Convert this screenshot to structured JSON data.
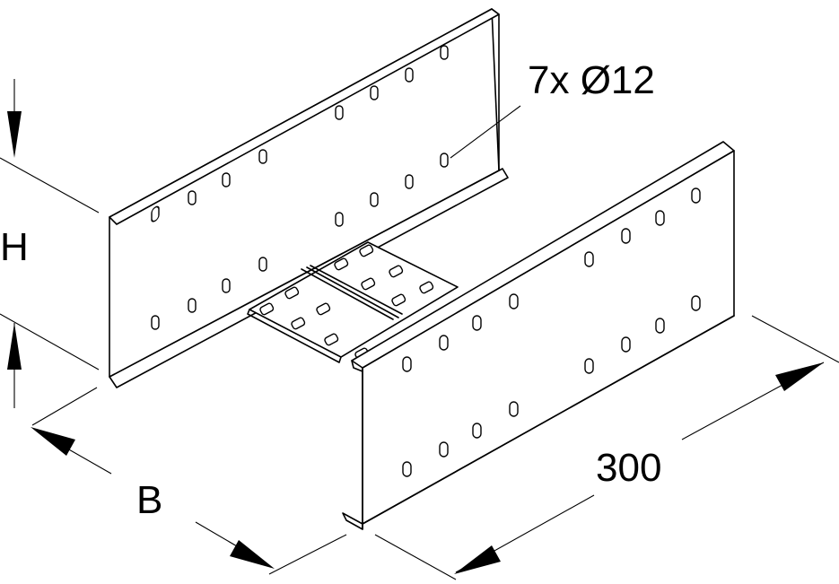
{
  "labels": {
    "holes_note": "7x Ø12",
    "height": "H",
    "width": "B",
    "length": "300"
  }
}
